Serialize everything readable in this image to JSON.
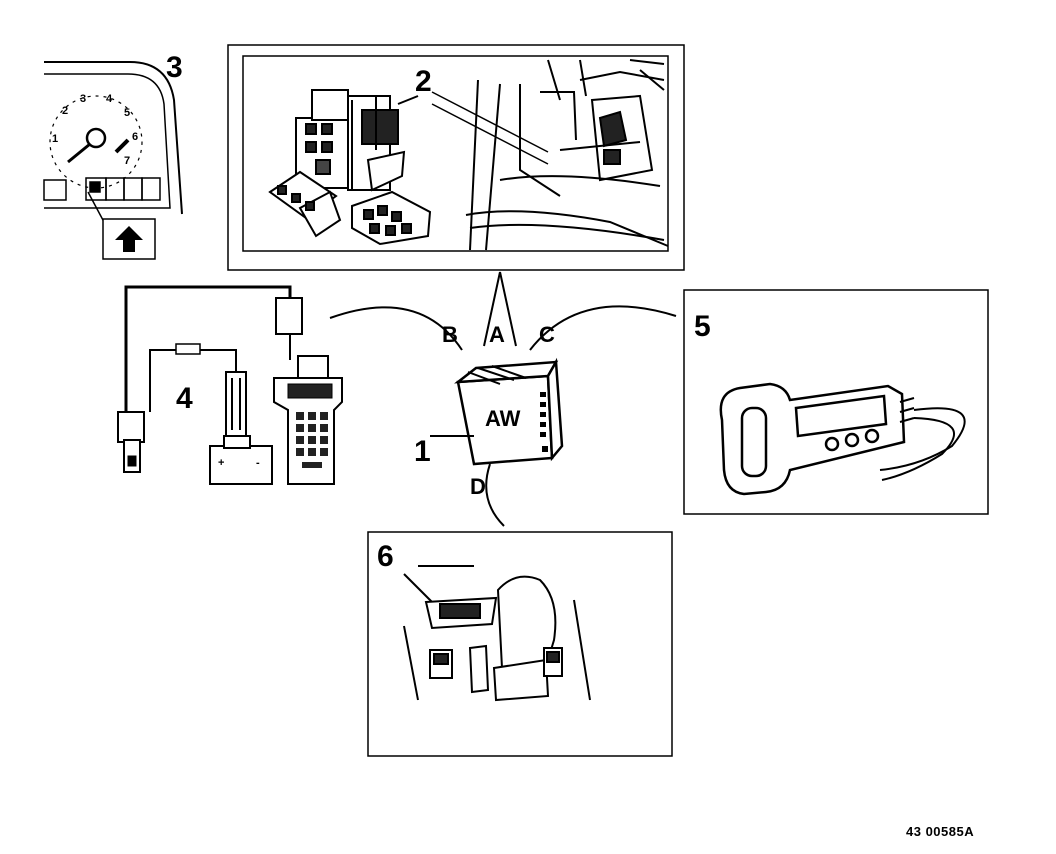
{
  "labels": {
    "unit": "1",
    "fuse_box": "2",
    "cluster": "3",
    "tester": "4",
    "key": "5",
    "shifter": "6"
  },
  "ecu_text": "AW",
  "connections": [
    "A",
    "B",
    "C",
    "D"
  ],
  "gauge_numbers": [
    "1",
    "2",
    "3",
    "4",
    "5",
    "6",
    "7"
  ],
  "battery_signs": [
    "+",
    "-"
  ],
  "footer_code": "43 00585A"
}
